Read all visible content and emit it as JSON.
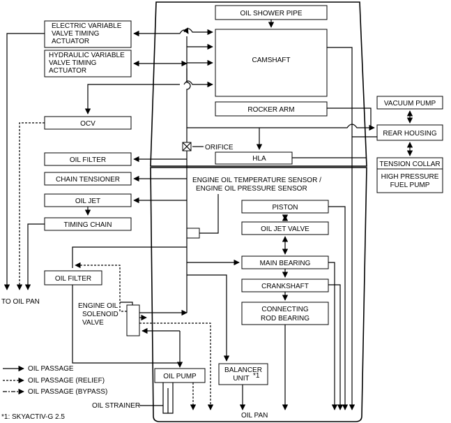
{
  "components": {
    "oil_shower_pipe": "OIL SHOWER PIPE",
    "evvt": [
      "ELECTRIC VARIABLE",
      "VALVE TIMING",
      "ACTUATOR"
    ],
    "hvvt": [
      "HYDRAULIC VARIABLE",
      "VALVE TIMING",
      "ACTUATOR"
    ],
    "camshaft": "CAMSHAFT",
    "rocker_arm": "ROCKER ARM",
    "vacuum_pump": "VACUUM PUMP",
    "rear_housing": "REAR HOUSING",
    "tension_collar": "TENSION COLLAR",
    "hp_fuel_pump": [
      "HIGH PRESSURE",
      "FUEL PUMP"
    ],
    "ocv": "OCV",
    "orifice": "ORIFICE",
    "oil_filter_upper": "OIL FILTER",
    "hla": "HLA",
    "chain_tensioner": "CHAIN TENSIONER",
    "sensor": [
      "ENGINE OIL TEMPERATURE SENSOR /",
      "ENGINE OIL PRESSURE SENSOR"
    ],
    "oil_jet": "OIL JET",
    "timing_chain": "TIMING CHAIN",
    "piston": "PISTON",
    "oil_jet_valve": "OIL JET VALVE",
    "main_bearing": "MAIN BEARING",
    "crankshaft": "CRANKSHAFT",
    "connecting_rod": [
      "CONNECTING",
      "ROD BEARING"
    ],
    "oil_filter_lower": "OIL FILTER",
    "solenoid_valve": [
      "ENGINE OIL",
      "SOLENOID",
      "VALVE"
    ],
    "oil_pump": "OIL PUMP",
    "balancer": "BALANCER",
    "balancer_unit": "UNIT",
    "balancer_note_mark": "*1",
    "oil_strainer": "OIL STRAINER",
    "oil_pan": "OIL PAN",
    "to_oil_pan": "TO OIL PAN"
  },
  "legend": {
    "oil_passage": "OIL PASSAGE",
    "oil_passage_relief": "OIL PASSAGE (RELIEF)",
    "oil_passage_bypass": "OIL PASSAGE (BYPASS)"
  },
  "footnote": "*1: SKYACTIV-G 2.5"
}
